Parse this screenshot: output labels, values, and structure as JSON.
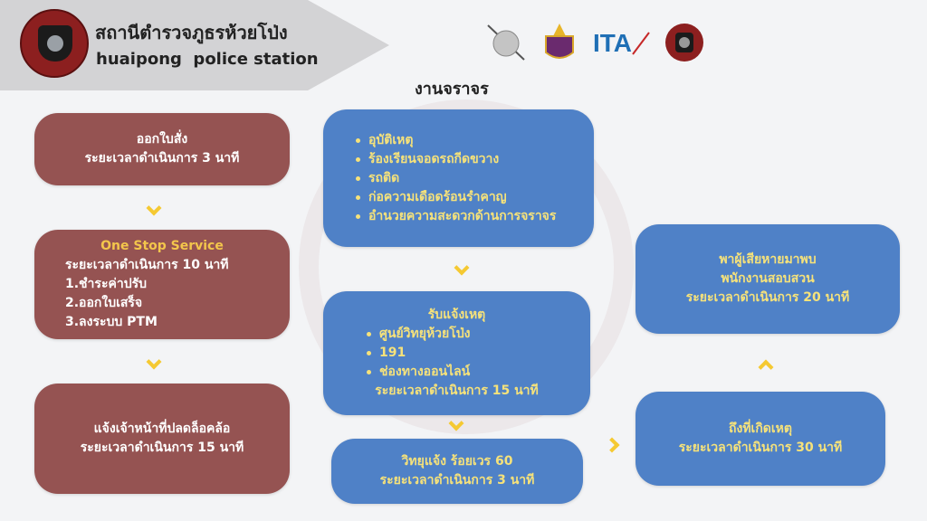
{
  "header": {
    "title": "สถานีตำรวจภูธรห้วยโป่ง",
    "subtitle": "huaipong  police station",
    "logos": [
      "sword-shield-emblem",
      "ministry-crest",
      "ITA",
      "police-seal"
    ]
  },
  "section_title": "งานจราจร",
  "left_column": {
    "box1": {
      "line1": "ออกใบสั่ง",
      "line2": "ระยะเวลาดำเนินการ 3 นาที"
    },
    "box2": {
      "heading": "One Stop Service",
      "time": "ระยะเวลาดำเนินการ 10 นาที",
      "steps": [
        "1.ชำระค่าปรับ",
        "2.ออกใบเสร็จ",
        "3.ลงระบบ PTM"
      ]
    },
    "box3": {
      "line1": "แจ้งเจ้าหน้าที่ปลดล็อคล้อ",
      "line2": "ระยะเวลาดำเนินการ 15 นาที"
    }
  },
  "middle_column": {
    "box1": {
      "items": [
        "อุบัติเหตุ",
        "ร้องเรียนจอดรถกีดขวาง",
        "รถติด",
        "ก่อความเดือดร้อนรำคาญ",
        "อำนวยความสะดวกด้านการจราจร"
      ]
    },
    "box2": {
      "heading": "รับแจ้งเหตุ",
      "items": [
        "ศูนย์วิทยุห้วยโป่ง",
        "191",
        "ช่องทางออนไลน์"
      ],
      "time": "ระยะเวลาดำเนินการ 15 นาที"
    },
    "box3": {
      "line1": "วิทยุแจ้ง ร้อยเวร 60",
      "line2": "ระยะเวลาดำเนินการ 3 นาที"
    }
  },
  "right_column": {
    "box1": {
      "line1": "พาผู้เสียหายมาพบ",
      "line2": "พนักงานสอบสวน",
      "line3": "ระยะเวลาดำเนินการ 20 นาที"
    },
    "box2": {
      "line1": "ถึงที่เกิดเหตุ",
      "line2": "ระยะเวลาดำเนินการ 30 นาที"
    }
  },
  "colors": {
    "red_box": "#955352",
    "blue_box": "#4f81c7",
    "accent_yellow": "#f5c932",
    "blue_text": "#f6e27a"
  }
}
